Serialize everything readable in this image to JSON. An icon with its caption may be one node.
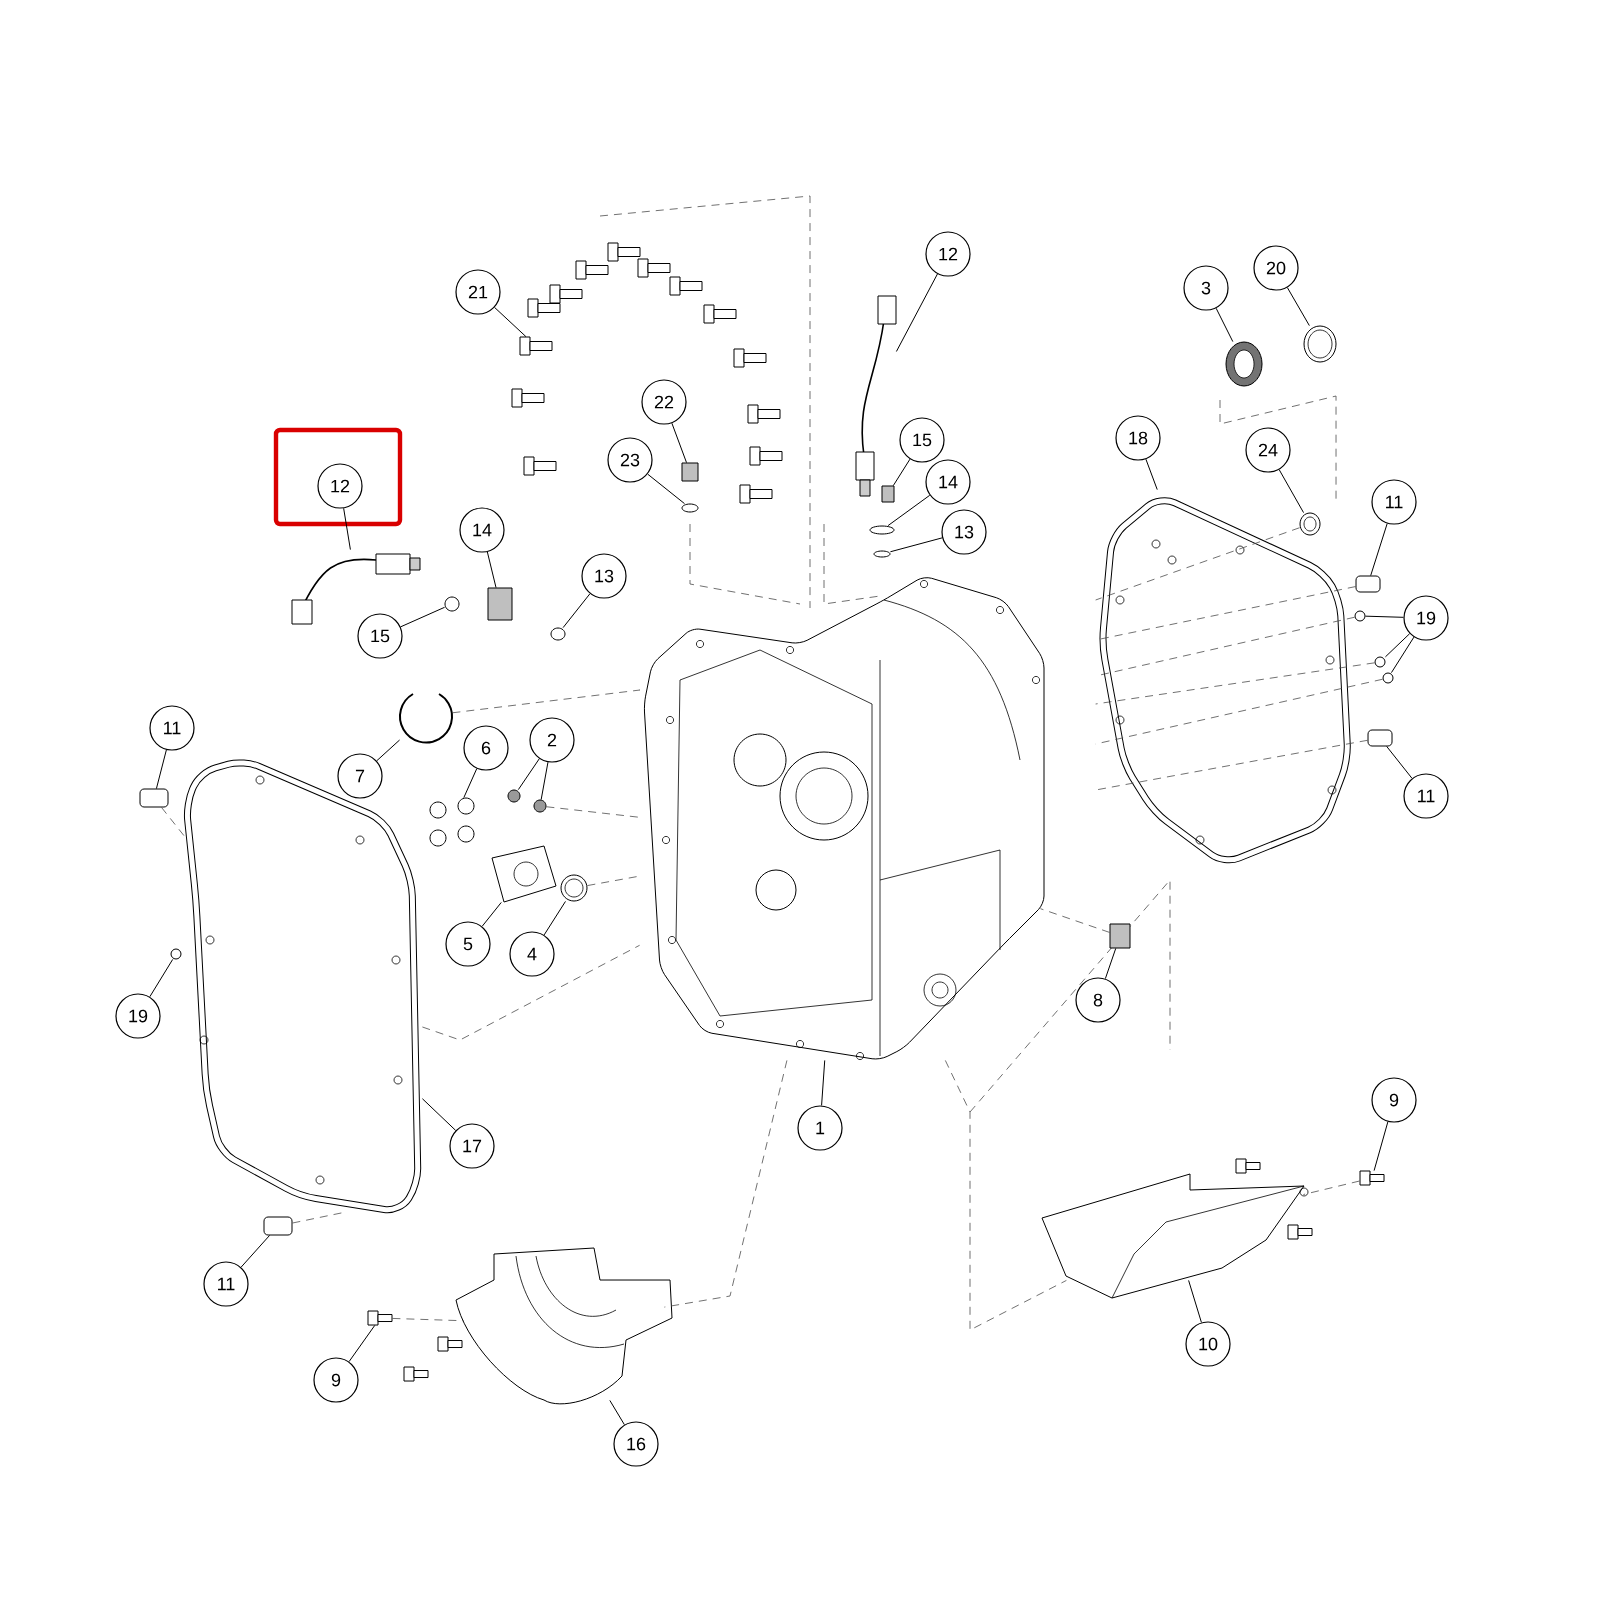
{
  "diagram": {
    "nodes": [
      {
        "text": [
          "21"
        ]
      },
      {
        "text": [],
        "shape": "picture"
      },
      {
        "text": [
          "12"
        ]
      },
      {
        "text": [],
        "shape": "picture"
      },
      {
        "text": [
          "14"
        ]
      },
      {
        "text": [],
        "shape": "box"
      },
      {
        "text": [
          "15"
        ]
      },
      {
        "text": [],
        "shape": "circle"
      },
      {
        "text": [
          "13"
        ]
      },
      {
        "text": [],
        "shape": "circle"
      },
      {
        "text": [
          "22"
        ]
      },
      {
        "text": [],
        "shape": "box"
      },
      {
        "text": [
          "23"
        ]
      },
      {
        "text": [],
        "shape": "circle"
      },
      {
        "text": [
          "12"
        ]
      },
      {
        "text": [],
        "shape": "picture"
      },
      {
        "text": [
          "15"
        ]
      },
      {
        "text": [],
        "shape": "box"
      },
      {
        "text": [
          "14"
        ]
      },
      {
        "text": [],
        "shape": "circle"
      },
      {
        "text": [
          "13"
        ]
      },
      {
        "text": [],
        "shape": "circle"
      },
      {
        "text": [
          "3"
        ]
      },
      {
        "text": [],
        "shape": "picture"
      },
      {
        "text": [
          "20"
        ]
      },
      {
        "text": [],
        "shape": "circle"
      },
      {
        "text": [
          "18"
        ]
      },
      {
        "text": [],
        "shape": "picture"
      },
      {
        "text": [
          "24"
        ]
      },
      {
        "text": [],
        "shape": "circle"
      },
      {
        "text": [
          "11"
        ]
      },
      {
        "text": [],
        "shape": "box"
      },
      {
        "text": [
          "19"
        ]
      },
      {
        "text": [],
        "shape": "circle"
      },
      {
        "text": [],
        "shape": "circle"
      },
      {
        "text": [],
        "shape": "circle"
      },
      {
        "text": [
          "11"
        ]
      },
      {
        "text": [],
        "shape": "box"
      },
      {
        "text": [
          "7"
        ]
      },
      {
        "text": [],
        "shape": "picture"
      },
      {
        "text": [
          "6"
        ]
      },
      {
        "text": [],
        "shape": "picture"
      },
      {
        "text": [
          "2"
        ]
      },
      {
        "text": [],
        "shape": "circle"
      },
      {
        "text": [],
        "shape": "circle"
      },
      {
        "text": [
          "5"
        ]
      },
      {
        "text": [],
        "shape": "picture"
      },
      {
        "text": [
          "4"
        ]
      },
      {
        "text": [],
        "shape": "circle"
      },
      {
        "text": [
          "11"
        ]
      },
      {
        "text": [],
        "shape": "box"
      },
      {
        "text": [
          "19"
        ]
      },
      {
        "text": [],
        "shape": "circle"
      },
      {
        "text": [
          "17"
        ]
      },
      {
        "text": [],
        "shape": "picture"
      },
      {
        "text": [
          "11"
        ]
      },
      {
        "text": [],
        "shape": "box"
      },
      {
        "text": [
          "1"
        ]
      },
      {
        "text": [],
        "shape": "picture"
      },
      {
        "text": [
          "8"
        ]
      },
      {
        "text": [],
        "shape": "box"
      },
      {
        "text": [
          "9"
        ]
      },
      {
        "text": [],
        "shape": "picture"
      },
      {
        "text": [
          "10"
        ]
      },
      {
        "text": [],
        "shape": "picture"
      },
      {
        "text": [
          "9"
        ]
      },
      {
        "text": [],
        "shape": "picture"
      },
      {
        "text": [
          "16"
        ]
      },
      {
        "text": [],
        "shape": "picture"
      }
    ],
    "edges": [
      {
        "from": 0,
        "to": 1,
        "arrow": "none"
      },
      {
        "from": 2,
        "to": 3,
        "arrow": "none"
      },
      {
        "from": 4,
        "to": 5,
        "arrow": "none"
      },
      {
        "from": 6,
        "to": 7,
        "arrow": "none"
      },
      {
        "from": 8,
        "to": 9,
        "arrow": "none"
      },
      {
        "from": 10,
        "to": 11,
        "arrow": "none"
      },
      {
        "from": 12,
        "to": 13,
        "arrow": "none"
      },
      {
        "from": 14,
        "to": 15,
        "arrow": "none"
      },
      {
        "from": 16,
        "to": 17,
        "arrow": "none"
      },
      {
        "from": 18,
        "to": 19,
        "arrow": "none"
      },
      {
        "from": 20,
        "to": 21,
        "arrow": "none"
      },
      {
        "from": 22,
        "to": 23,
        "arrow": "none"
      },
      {
        "from": 24,
        "to": 25,
        "arrow": "none"
      },
      {
        "from": 26,
        "to": 27,
        "arrow": "none"
      },
      {
        "from": 28,
        "to": 29,
        "arrow": "none"
      },
      {
        "from": 30,
        "to": 31,
        "arrow": "none"
      },
      {
        "from": 32,
        "to": 33,
        "arrow": "none"
      },
      {
        "from": 32,
        "to": 34,
        "arrow": "none"
      },
      {
        "from": 32,
        "to": 35,
        "arrow": "none"
      },
      {
        "from": 36,
        "to": 37,
        "arrow": "none"
      },
      {
        "from": 38,
        "to": 39,
        "arrow": "none"
      },
      {
        "from": 40,
        "to": 41,
        "arrow": "none"
      },
      {
        "from": 42,
        "to": 43,
        "arrow": "none"
      },
      {
        "from": 42,
        "to": 44,
        "arrow": "none"
      },
      {
        "from": 45,
        "to": 46,
        "arrow": "none"
      },
      {
        "from": 47,
        "to": 48,
        "arrow": "none"
      },
      {
        "from": 49,
        "to": 50,
        "arrow": "none"
      },
      {
        "from": 51,
        "to": 52,
        "arrow": "none"
      },
      {
        "from": 53,
        "to": 54,
        "arrow": "none"
      },
      {
        "from": 55,
        "to": 56,
        "arrow": "none"
      },
      {
        "from": 57,
        "to": 58,
        "arrow": "none"
      },
      {
        "from": 59,
        "to": 60,
        "arrow": "none"
      },
      {
        "from": 61,
        "to": 62,
        "arrow": "none"
      },
      {
        "from": 63,
        "to": 64,
        "arrow": "none"
      },
      {
        "from": 65,
        "to": 66,
        "arrow": "none"
      },
      {
        "from": 67,
        "to": 68,
        "arrow": "none"
      },
      {
        "from": 39,
        "to": 58,
        "arrow": "none",
        "style": "dashed"
      },
      {
        "from": 44,
        "to": 58,
        "arrow": "none",
        "style": "dashed"
      },
      {
        "from": 48,
        "to": 58,
        "arrow": "none",
        "style": "dashed"
      },
      {
        "from": 54,
        "to": 58,
        "arrow": "none",
        "style": "dashed"
      },
      {
        "from": 50,
        "to": 54,
        "arrow": "none",
        "style": "dashed"
      },
      {
        "from": 56,
        "to": 54,
        "arrow": "none",
        "style": "dashed"
      },
      {
        "from": 58,
        "to": 68,
        "arrow": "none",
        "style": "dashed"
      },
      {
        "from": 66,
        "to": 68,
        "arrow": "none",
        "style": "dashed"
      },
      {
        "from": 58,
        "to": 64,
        "arrow": "none",
        "style": "dashed"
      },
      {
        "from": 62,
        "to": 64,
        "arrow": "none",
        "style": "dashed"
      },
      {
        "from": 31,
        "to": 27,
        "arrow": "none",
        "style": "dashed"
      },
      {
        "from": 33,
        "to": 27,
        "arrow": "none",
        "style": "dashed"
      },
      {
        "from": 34,
        "to": 27,
        "arrow": "none",
        "style": "dashed"
      },
      {
        "from": 35,
        "to": 27,
        "arrow": "none",
        "style": "dashed"
      },
      {
        "from": 37,
        "to": 27,
        "arrow": "none",
        "style": "dashed"
      },
      {
        "from": 29,
        "to": 27,
        "arrow": "none",
        "style": "dashed"
      },
      {
        "from": 60,
        "to": 58,
        "arrow": "none",
        "style": "dashed"
      }
    ]
  }
}
